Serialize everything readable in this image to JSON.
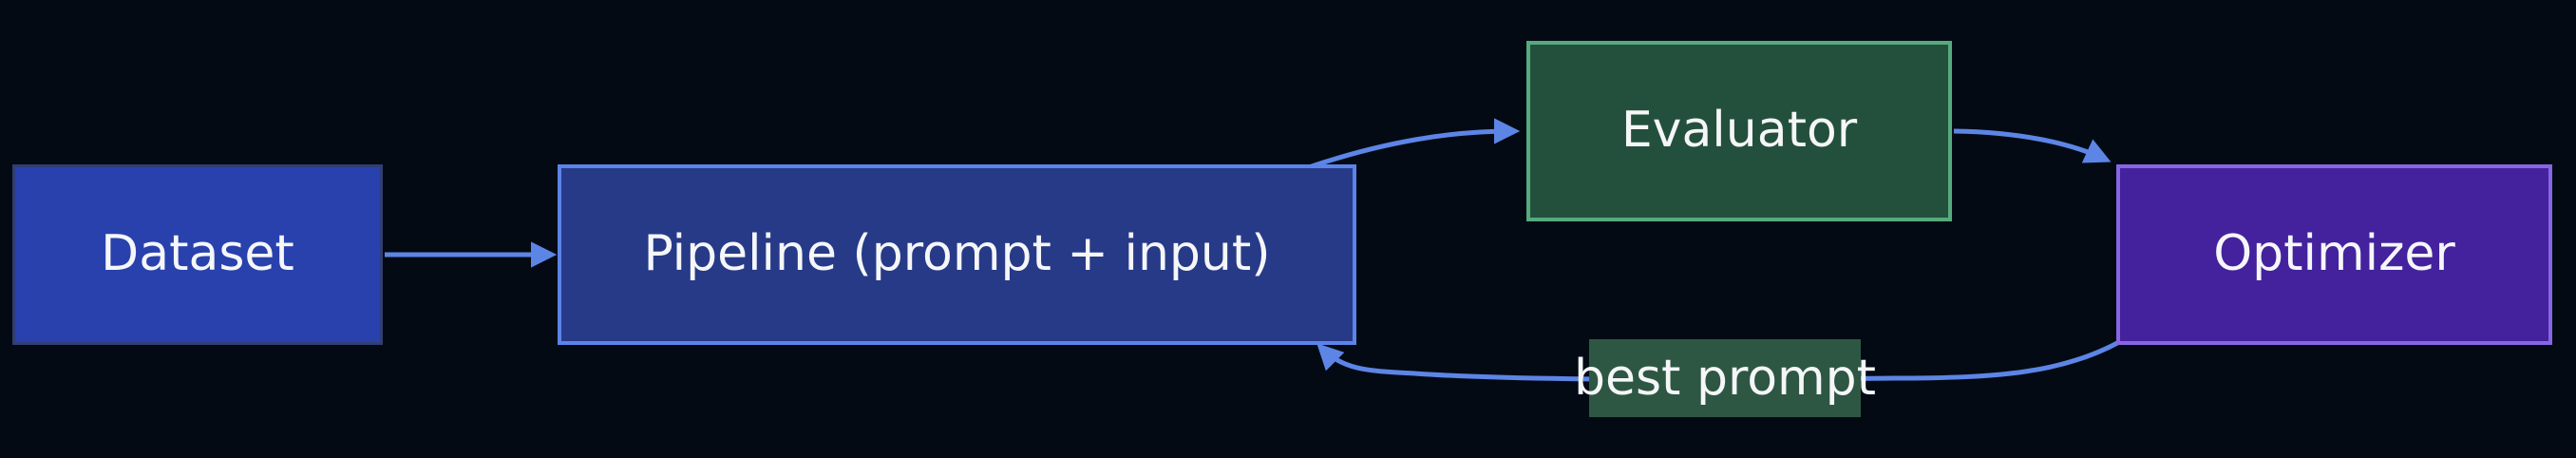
{
  "diagram": {
    "background_color": "#040a14",
    "edge_color": "#5c85e6",
    "text_color": "#f5f6f8",
    "nodes": {
      "dataset": {
        "label": "Dataset",
        "fill": "#2841ad",
        "border": "#303e72"
      },
      "pipeline": {
        "label": "Pipeline (prompt + input)",
        "fill": "#273a88",
        "border": "#5b84e8"
      },
      "evaluator": {
        "label": "Evaluator",
        "fill": "#23503c",
        "border": "#55ab7d"
      },
      "optimizer": {
        "label": "Optimizer",
        "fill": "#44219d",
        "border": "#8666e2"
      }
    },
    "edges": [
      {
        "from": "Dataset",
        "to": "Pipeline (prompt + input)",
        "label": ""
      },
      {
        "from": "Pipeline (prompt + input)",
        "to": "Evaluator",
        "label": ""
      },
      {
        "from": "Evaluator",
        "to": "Optimizer",
        "label": ""
      },
      {
        "from": "Optimizer",
        "to": "Pipeline (prompt + input)",
        "label": "best prompt"
      }
    ],
    "edge_labels": {
      "best_prompt": {
        "label": "best prompt",
        "fill": "#2d5743"
      }
    }
  }
}
